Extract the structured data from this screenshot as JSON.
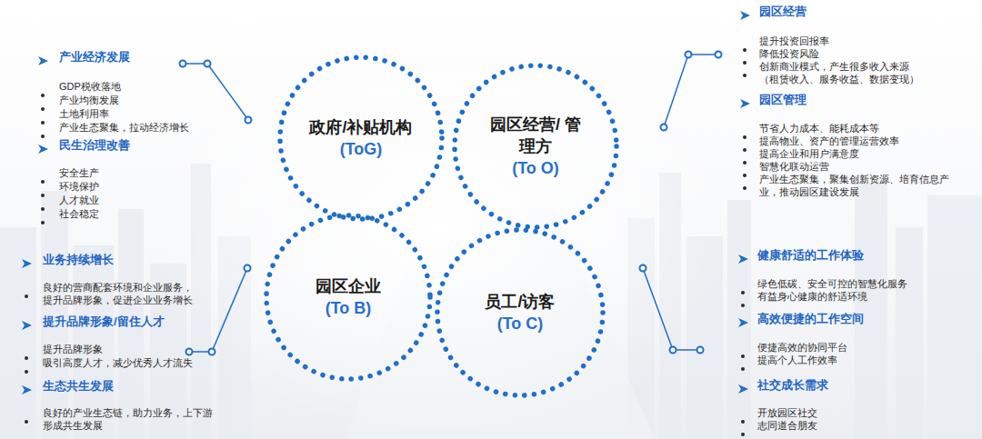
{
  "diagram": {
    "nodes": [
      {
        "text": [
          "政府/补贴机构",
          "(ToG)"
        ]
      },
      {
        "text": [
          "园区经营/ 管理方",
          "(To O)"
        ]
      },
      {
        "text": [
          "园区企业",
          "(To B)"
        ]
      },
      {
        "text": [
          "员工/访客",
          "(To C)"
        ]
      }
    ],
    "labels": [
      "产业经济发展",
      "GDP税收落地",
      "产业均衡发展",
      "土地利用率",
      "产业生态聚集，拉动经济增长",
      "民生治理改善",
      "安全生产",
      "环境保护",
      "人才就业",
      "社会稳定",
      "园区经营",
      "提升投资回报率",
      "降低投资风险",
      "创新商业模式，产生很多收入来源（租赁收入、服务收益、数据变现）",
      "园区管理",
      "节省人力成本、能耗成本等",
      "提高物业、资产的管理运营效率",
      "提高企业和用户满意度",
      "智慧化联动运营",
      "产业生态聚集，聚集创新资源、培育信息产业，推动园区建设发展",
      "业务持续增长",
      "良好的营商配套环境和企业服务，提升品牌形象，促进企业业务增长",
      "提升品牌形象/留住人才",
      "提升品牌形象",
      "吸引高度人才，减少优秀人才流失",
      "生态共生发展",
      "良好的产业生态链，助力业务，上下游形成共生发展",
      "健康舒适的工作体验",
      "绿色低碳、安全可控的智慧化服务",
      "有益身心健康的舒适环境",
      "高效便捷的工作空间",
      "便捷高效的协同平台",
      "提高个人工作效率",
      "社交成长需求",
      "开放园区社交",
      "志同道合朋友"
    ]
  }
}
